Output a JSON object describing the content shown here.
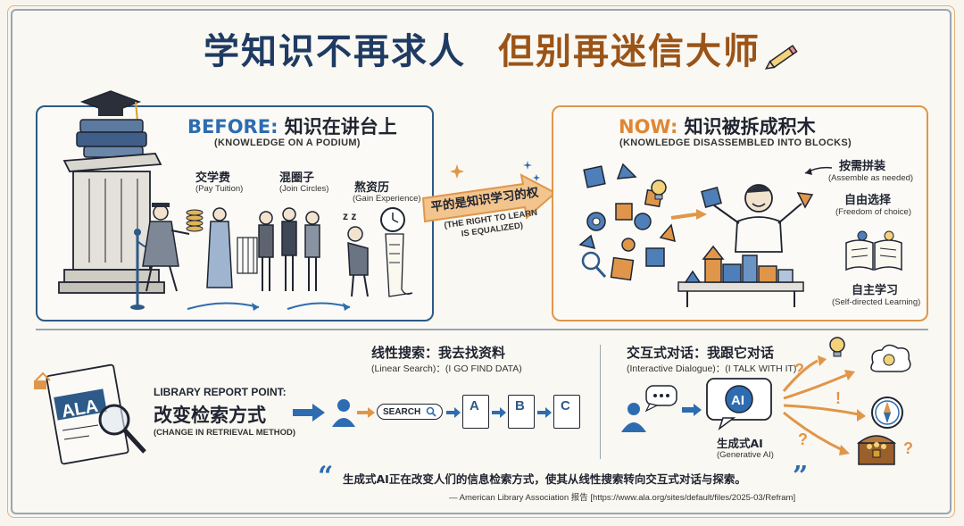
{
  "title": {
    "left": "学知识不再求人",
    "right": "但别再迷信大师"
  },
  "before": {
    "label": "BEFORE:",
    "heading": "知识在讲台上",
    "subtitle": "(KNOWLEDGE ON A PODIUM)",
    "items": [
      {
        "cn": "交学费",
        "en": "(Pay Tuition)"
      },
      {
        "cn": "混圈子",
        "en": "(Join Circles)"
      },
      {
        "cn": "熬资历",
        "en": "(Gain Experience)"
      }
    ]
  },
  "center": {
    "cn": "平的是知识学习的权",
    "en_line1": "(THE RIGHT TO LEARN",
    "en_line2": "IS EQUALIZED)"
  },
  "now": {
    "label": "NOW:",
    "heading": "知识被拆成积木",
    "subtitle": "(KNOWLEDGE DISASSEMBLED INTO BLOCKS)",
    "items": [
      {
        "cn": "按需拼装",
        "en": "(Assemble as needed)"
      },
      {
        "cn": "自由选择",
        "en": "(Freedom of choice)"
      },
      {
        "cn": "自主学习",
        "en": "(Self-directed Learning)"
      }
    ]
  },
  "library": {
    "badge": "ALA",
    "title": "LIBRARY REPORT POINT:",
    "cn": "改变检索方式",
    "en": "(CHANGE IN RETRIEVAL METHOD)"
  },
  "linear": {
    "cn": "线性搜索：我去找资料",
    "en": "(Linear Search)：(I GO FIND DATA)",
    "search_label": "SEARCH",
    "docs": [
      "A",
      "B",
      "C"
    ]
  },
  "interactive": {
    "cn": "交互式对话：我跟它对话",
    "en": "(Interactive Dialogue)：(I TALK WITH IT)",
    "ai_label": "AI",
    "gen_cn": "生成式AI",
    "gen_en": "(Generative AI)"
  },
  "quote": {
    "text": "生成式AI正在改变人们的信息检索方式，使其从线性搜索转向交互式对话与探索。",
    "source": "— American Library Association 报告 [https://www.ala.org/sites/default/files/2025-03/Refram]"
  },
  "colors": {
    "blue": "#2d5a88",
    "orange": "#e0964a",
    "ink": "#1f2430"
  }
}
